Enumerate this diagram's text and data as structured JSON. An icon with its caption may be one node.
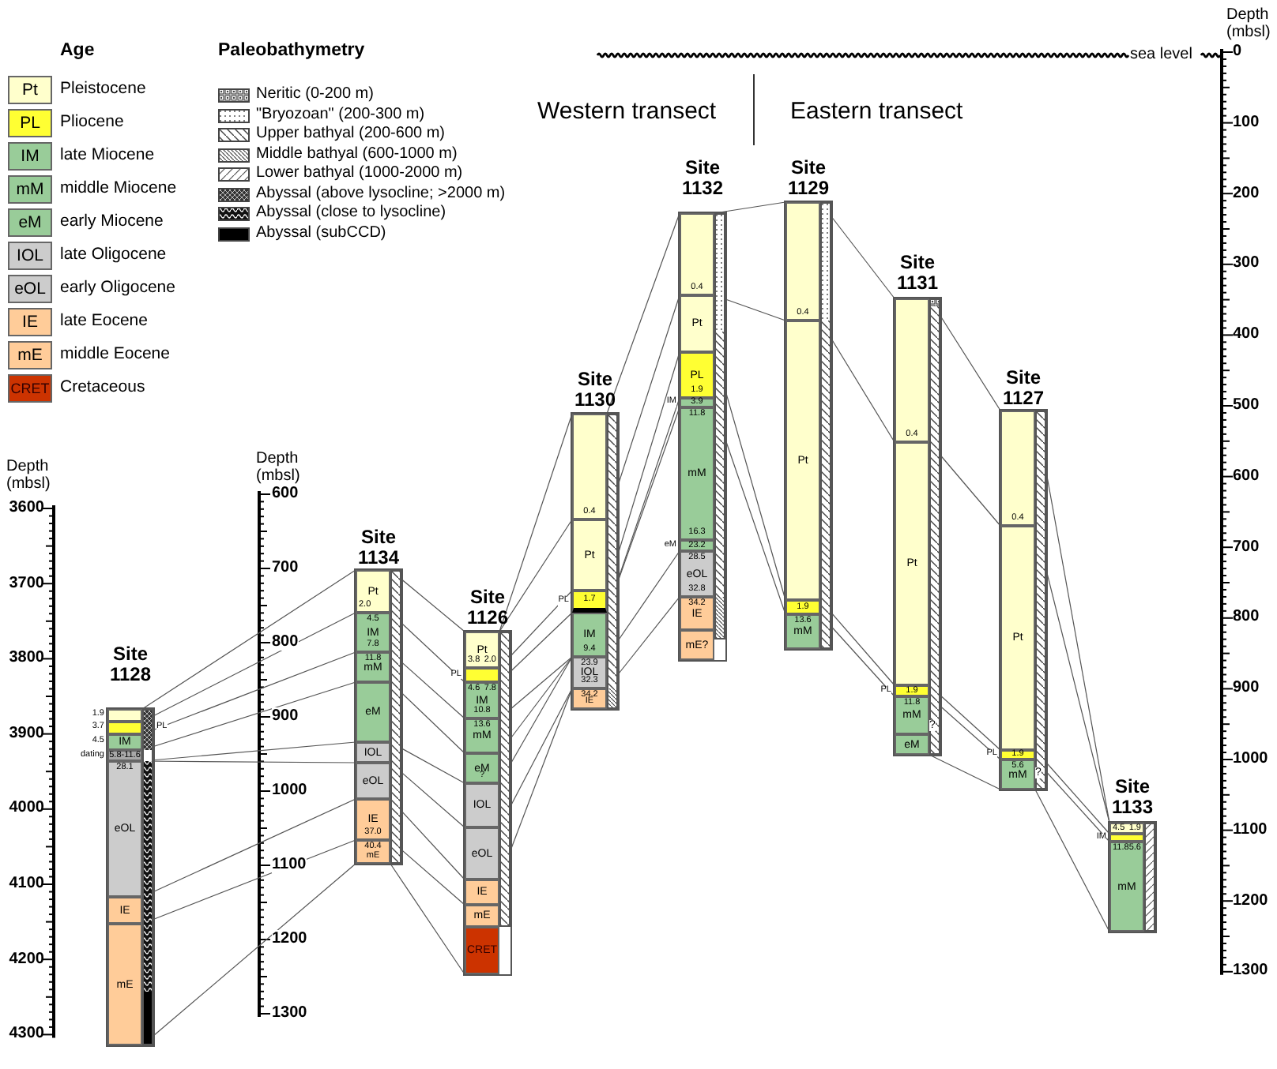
{
  "diagram": {
    "nodes": [
      {
        "text": [
          "Site 1128"
        ]
      },
      {
        "text": [],
        "shape": "box",
        "in": 0,
        "beside": [
          "1.9"
        ]
      },
      {
        "text": [],
        "shape": "box",
        "in": 0,
        "beside": [
          "3.7",
          "PL"
        ]
      },
      {
        "text": [
          "IM"
        ],
        "in": 0,
        "beside": [
          "4.5"
        ]
      },
      {
        "text": [
          "5.8-11.6"
        ],
        "in": 0,
        "beside": [
          "dating"
        ]
      },
      {
        "text": [
          "28.1",
          "eOL"
        ],
        "in": 0
      },
      {
        "text": [
          "IE"
        ],
        "in": 0
      },
      {
        "text": [
          "mE"
        ],
        "in": 0
      },
      {
        "text": [
          "Site 1134"
        ]
      },
      {
        "text": [
          "Pt",
          "2.0"
        ],
        "in": 8
      },
      {
        "text": [
          "4.5",
          "IM",
          "7.8"
        ],
        "in": 8
      },
      {
        "text": [
          "11.8",
          "mM"
        ],
        "in": 8
      },
      {
        "text": [
          "eM"
        ],
        "in": 8
      },
      {
        "text": [
          "IOL"
        ],
        "in": 8
      },
      {
        "text": [
          "eOL"
        ],
        "in": 8
      },
      {
        "text": [
          "IE",
          "37.0"
        ],
        "in": 8
      },
      {
        "text": [
          "40.4",
          "mE"
        ],
        "in": 8
      },
      {
        "text": [
          "Site 1126"
        ]
      },
      {
        "text": [
          "Pt",
          "3.8",
          "2.0"
        ],
        "in": 17
      },
      {
        "text": [],
        "shape": "box",
        "in": 17,
        "beside": [
          "PL"
        ]
      },
      {
        "text": [
          "4.6",
          "7.8",
          "IM",
          "10.8"
        ],
        "in": 17
      },
      {
        "text": [
          "13.6",
          "mM"
        ],
        "in": 17
      },
      {
        "text": [
          "eM",
          "?"
        ],
        "in": 17
      },
      {
        "text": [
          "IOL"
        ],
        "in": 17
      },
      {
        "text": [
          "eOL"
        ],
        "in": 17
      },
      {
        "text": [
          "IE"
        ],
        "in": 17
      },
      {
        "text": [
          "mE"
        ],
        "in": 17
      },
      {
        "text": [
          "CRET"
        ],
        "in": 17
      },
      {
        "text": [
          "Site 1130"
        ]
      },
      {
        "text": [
          "0.4"
        ],
        "in": 28
      },
      {
        "text": [
          "Pt"
        ],
        "in": 28
      },
      {
        "text": [
          "1.7"
        ],
        "in": 28,
        "beside": [
          "PL"
        ]
      },
      {
        "text": [
          "IM",
          "9.4"
        ],
        "in": 28
      },
      {
        "text": [
          "23.9",
          "IOL",
          "32.3"
        ],
        "in": 28
      },
      {
        "text": [
          "34.2",
          "IE"
        ],
        "in": 28
      },
      {
        "text": [
          "Site 1132"
        ]
      },
      {
        "text": [
          "0.4"
        ],
        "in": 35
      },
      {
        "text": [
          "Pt"
        ],
        "in": 35
      },
      {
        "text": [
          "PL",
          "1.9"
        ],
        "in": 35
      },
      {
        "text": [
          "3.9"
        ],
        "in": 35,
        "beside": [
          "IM"
        ]
      },
      {
        "text": [
          "11.8",
          "mM",
          "16.3"
        ],
        "in": 35
      },
      {
        "text": [
          "23.2"
        ],
        "in": 35,
        "beside": [
          "eM"
        ]
      },
      {
        "text": [
          "28.5",
          "eOL",
          "32.8"
        ],
        "in": 35
      },
      {
        "text": [
          "34.2",
          "IE"
        ],
        "in": 35
      },
      {
        "text": [
          "mE?"
        ],
        "in": 35
      },
      {
        "text": [
          "Site 1129"
        ]
      },
      {
        "text": [
          "0.4"
        ],
        "in": 45
      },
      {
        "text": [
          "Pt"
        ],
        "in": 45
      },
      {
        "text": [
          "1.9"
        ],
        "in": 45
      },
      {
        "text": [
          "13.6",
          "mM"
        ],
        "in": 45
      },
      {
        "text": [
          "Site 1131"
        ]
      },
      {
        "text": [
          "0.4"
        ],
        "in": 50
      },
      {
        "text": [
          "Pt"
        ],
        "in": 50
      },
      {
        "text": [
          "1.9"
        ],
        "in": 50,
        "beside": [
          "PL"
        ]
      },
      {
        "text": [
          "11.8",
          "mM"
        ],
        "in": 50
      },
      {
        "text": [
          "eM"
        ],
        "in": 50
      },
      {
        "text": [
          "Site 1127"
        ]
      },
      {
        "text": [
          "0.4"
        ],
        "in": 56
      },
      {
        "text": [
          "Pt"
        ],
        "in": 56
      },
      {
        "text": [
          "1.9"
        ],
        "in": 56,
        "beside": [
          "PL"
        ]
      },
      {
        "text": [
          "5.6",
          "mM"
        ],
        "in": 56
      },
      {
        "text": [
          "Site 1133"
        ]
      },
      {
        "text": [
          "4.5",
          "1.9"
        ],
        "in": 61
      },
      {
        "text": [],
        "shape": "box",
        "in": 61,
        "beside": [
          "IM"
        ]
      },
      {
        "text": [
          "11.8",
          "5.6",
          "mM"
        ],
        "in": 61
      }
    ],
    "edges": [
      {
        "from": 1,
        "to": 9,
        "arrow": "none"
      },
      {
        "from": 2,
        "to": 10,
        "arrow": "none"
      },
      {
        "from": 3,
        "to": 11,
        "arrow": "none"
      },
      {
        "from": 4,
        "to": 12,
        "arrow": "none"
      },
      {
        "from": 5,
        "to": 13,
        "arrow": "none"
      },
      {
        "from": 5,
        "to": 14,
        "arrow": "none"
      },
      {
        "from": 6,
        "to": 15,
        "arrow": "none"
      },
      {
        "from": 7,
        "to": 16,
        "arrow": "none"
      },
      {
        "from": 7,
        "to": 16,
        "arrow": "none"
      },
      {
        "from": 9,
        "to": 18,
        "arrow": "none"
      },
      {
        "from": 10,
        "to": 20,
        "arrow": "none"
      },
      {
        "from": 11,
        "to": 21,
        "arrow": "none"
      },
      {
        "from": 12,
        "to": 22,
        "arrow": "none"
      },
      {
        "from": 13,
        "to": 23,
        "arrow": "none"
      },
      {
        "from": 14,
        "to": 24,
        "arrow": "none"
      },
      {
        "from": 15,
        "to": 25,
        "arrow": "none"
      },
      {
        "from": 16,
        "to": 26,
        "arrow": "none"
      },
      {
        "from": 16,
        "to": 27,
        "arrow": "none"
      },
      {
        "from": 18,
        "to": 29,
        "arrow": "none"
      },
      {
        "from": 18,
        "to": 30,
        "arrow": "none"
      },
      {
        "from": 19,
        "to": 31,
        "arrow": "none"
      },
      {
        "from": 20,
        "to": 32,
        "arrow": "none"
      },
      {
        "from": 21,
        "to": 33,
        "arrow": "none"
      },
      {
        "from": 22,
        "to": 33,
        "arrow": "none"
      },
      {
        "from": 23,
        "to": 33,
        "arrow": "none"
      },
      {
        "from": 24,
        "to": 34,
        "arrow": "none"
      },
      {
        "from": 25,
        "to": 34,
        "arrow": "none"
      },
      {
        "from": 29,
        "to": 36,
        "arrow": "none"
      },
      {
        "from": 30,
        "to": 37,
        "arrow": "none"
      },
      {
        "from": 31,
        "to": 38,
        "arrow": "none"
      },
      {
        "from": 32,
        "to": 39,
        "arrow": "none"
      },
      {
        "from": 32,
        "to": 40,
        "arrow": "none"
      },
      {
        "from": 33,
        "to": 42,
        "arrow": "none"
      },
      {
        "from": 34,
        "to": 43,
        "arrow": "none"
      },
      {
        "from": 36,
        "to": 46,
        "arrow": "none"
      },
      {
        "from": 37,
        "to": 47,
        "arrow": "none"
      },
      {
        "from": 38,
        "to": 48,
        "arrow": "none"
      },
      {
        "from": 40,
        "to": 49,
        "arrow": "none"
      },
      {
        "from": 46,
        "to": 51,
        "arrow": "none"
      },
      {
        "from": 47,
        "to": 52,
        "arrow": "none"
      },
      {
        "from": 48,
        "to": 53,
        "arrow": "none"
      },
      {
        "from": 49,
        "to": 54,
        "arrow": "none"
      },
      {
        "from": 51,
        "to": 57,
        "arrow": "none"
      },
      {
        "from": 52,
        "to": 58,
        "arrow": "none"
      },
      {
        "from": 53,
        "to": 59,
        "arrow": "none"
      },
      {
        "from": 54,
        "to": 60,
        "arrow": "none"
      },
      {
        "from": 55,
        "to": 60,
        "arrow": "none"
      },
      {
        "from": 57,
        "to": 62,
        "arrow": "none"
      },
      {
        "from": 58,
        "to": 62,
        "arrow": "none"
      },
      {
        "from": 59,
        "to": 63,
        "arrow": "none"
      },
      {
        "from": 60,
        "to": 64,
        "arrow": "none"
      },
      {
        "from": 60,
        "to": 64,
        "arrow": "none"
      }
    ],
    "labels": [
      "Age",
      "Paleobathymetry",
      "Pt",
      "PL",
      "IM",
      "mM",
      "eM",
      "IOL",
      "eOL",
      "IE",
      "mE",
      "CRET",
      "Western transect",
      "Eastern transect",
      "sea level",
      "Depth (mbsl)",
      "0",
      "100",
      "200",
      "300",
      "400",
      "500",
      "600",
      "700",
      "800",
      "900",
      "1000",
      "1100",
      "1200",
      "1300",
      "Depth (mbsl)",
      "3600",
      "3700",
      "3800",
      "3900",
      "4000",
      "4100",
      "4200",
      "4300",
      "Depth (mbsl)",
      "600",
      "700",
      "800",
      "900",
      "1000",
      "1100",
      "1200",
      "1300",
      "?",
      "?"
    ],
    "legend": [
      {
        "text": "Pleistocene",
        "color": "#ffffcc"
      },
      {
        "text": "Pliocene",
        "color": "#ffff33"
      },
      {
        "text": "late Miocene",
        "color": "#99cc99"
      },
      {
        "text": "middle Miocene",
        "color": "#99cc99"
      },
      {
        "text": "early Miocene",
        "color": "#99cc99"
      },
      {
        "text": "late Oligocene",
        "color": "#cccccc"
      },
      {
        "text": "early Oligocene",
        "color": "#cccccc"
      },
      {
        "text": "late Eocene",
        "color": "#ffcc99"
      },
      {
        "text": "middle Eocene",
        "color": "#ffcc99"
      },
      {
        "text": "Cretaceous",
        "color": "#cc3300"
      },
      {
        "text": "Neritic (0-200 m)"
      },
      {
        "text": "\"Bryozoan\" (200-300 m)"
      },
      {
        "text": "Upper bathyal (200-600 m)"
      },
      {
        "text": "Middle bathyal (600-1000 m)"
      },
      {
        "text": "Lower bathyal (1000-2000 m)"
      },
      {
        "text": "Abyssal (above lysocline; >2000 m)"
      },
      {
        "text": "Abyssal (close to lysocline)"
      },
      {
        "text": "Abyssal (subCCD)"
      }
    ]
  }
}
